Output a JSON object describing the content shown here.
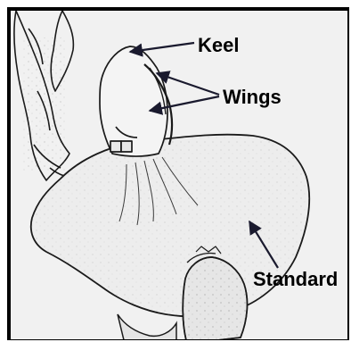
{
  "image": {
    "subject": "sketch-style image of a legume flower",
    "colors": {
      "background": "#f1f1f1",
      "outline": "#1a1a1a",
      "arrow": "#1a1a2e",
      "label_text": "#000000"
    }
  },
  "labels": {
    "keel": "Keel",
    "wings": "Wings",
    "standard": "Standard"
  }
}
